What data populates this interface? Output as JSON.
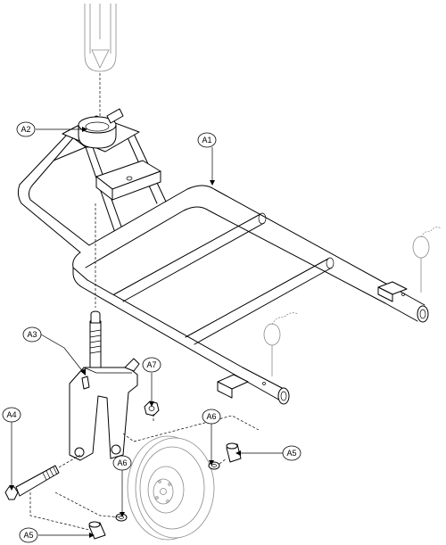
{
  "callouts": {
    "a1": "A1",
    "a2": "A2",
    "a3": "A3",
    "a4": "A4",
    "a5_right": "A5",
    "a5_left": "A5",
    "a6_right": "A6",
    "a6_left": "A6",
    "a7": "A7"
  }
}
